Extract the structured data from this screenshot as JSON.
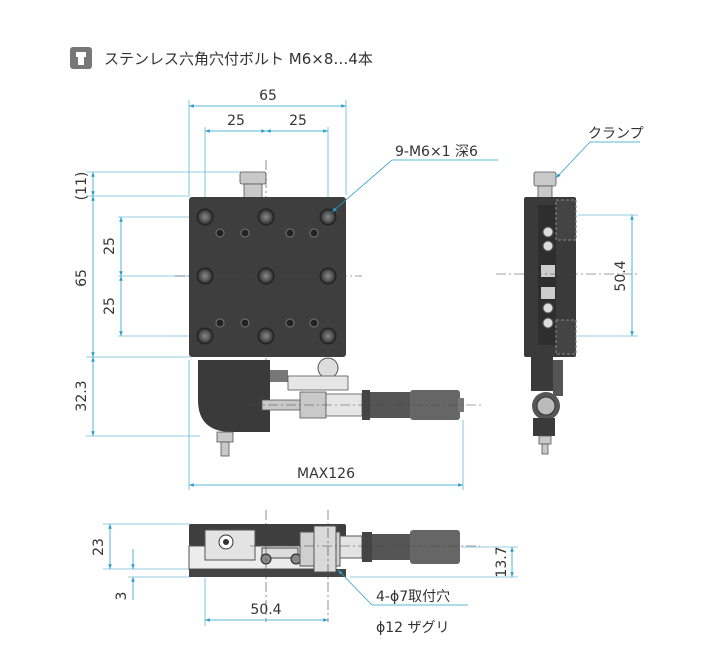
{
  "header": {
    "icon": "bolt-icon",
    "title": "ステンレス六角穴付ボルト M6×8…4本"
  },
  "top_view": {
    "width_label": "65",
    "pitch_left_label": "25",
    "pitch_right_label": "25",
    "offset_label": "(11)",
    "height_label": "65",
    "v_pitch_top_label": "25",
    "v_pitch_bottom_label": "25",
    "base_offset_label": "32.3",
    "max_length_label": "MAX126",
    "tap_callout": "9-M6×1 深6"
  },
  "side_view": {
    "clamp_label": "クランプ",
    "travel_label": "50.4"
  },
  "front_view": {
    "height_label": "23",
    "base_label": "3",
    "right_height_label": "13.7",
    "hole_pitch_label": "50.4",
    "mount_hole_callout": "4-ϕ7取付穴",
    "counterbore_callout": "ϕ12 ザグリ"
  },
  "colors": {
    "dimension_line": "#2aa0c8",
    "stage_body": "#3a3a3a",
    "text": "#333333"
  }
}
